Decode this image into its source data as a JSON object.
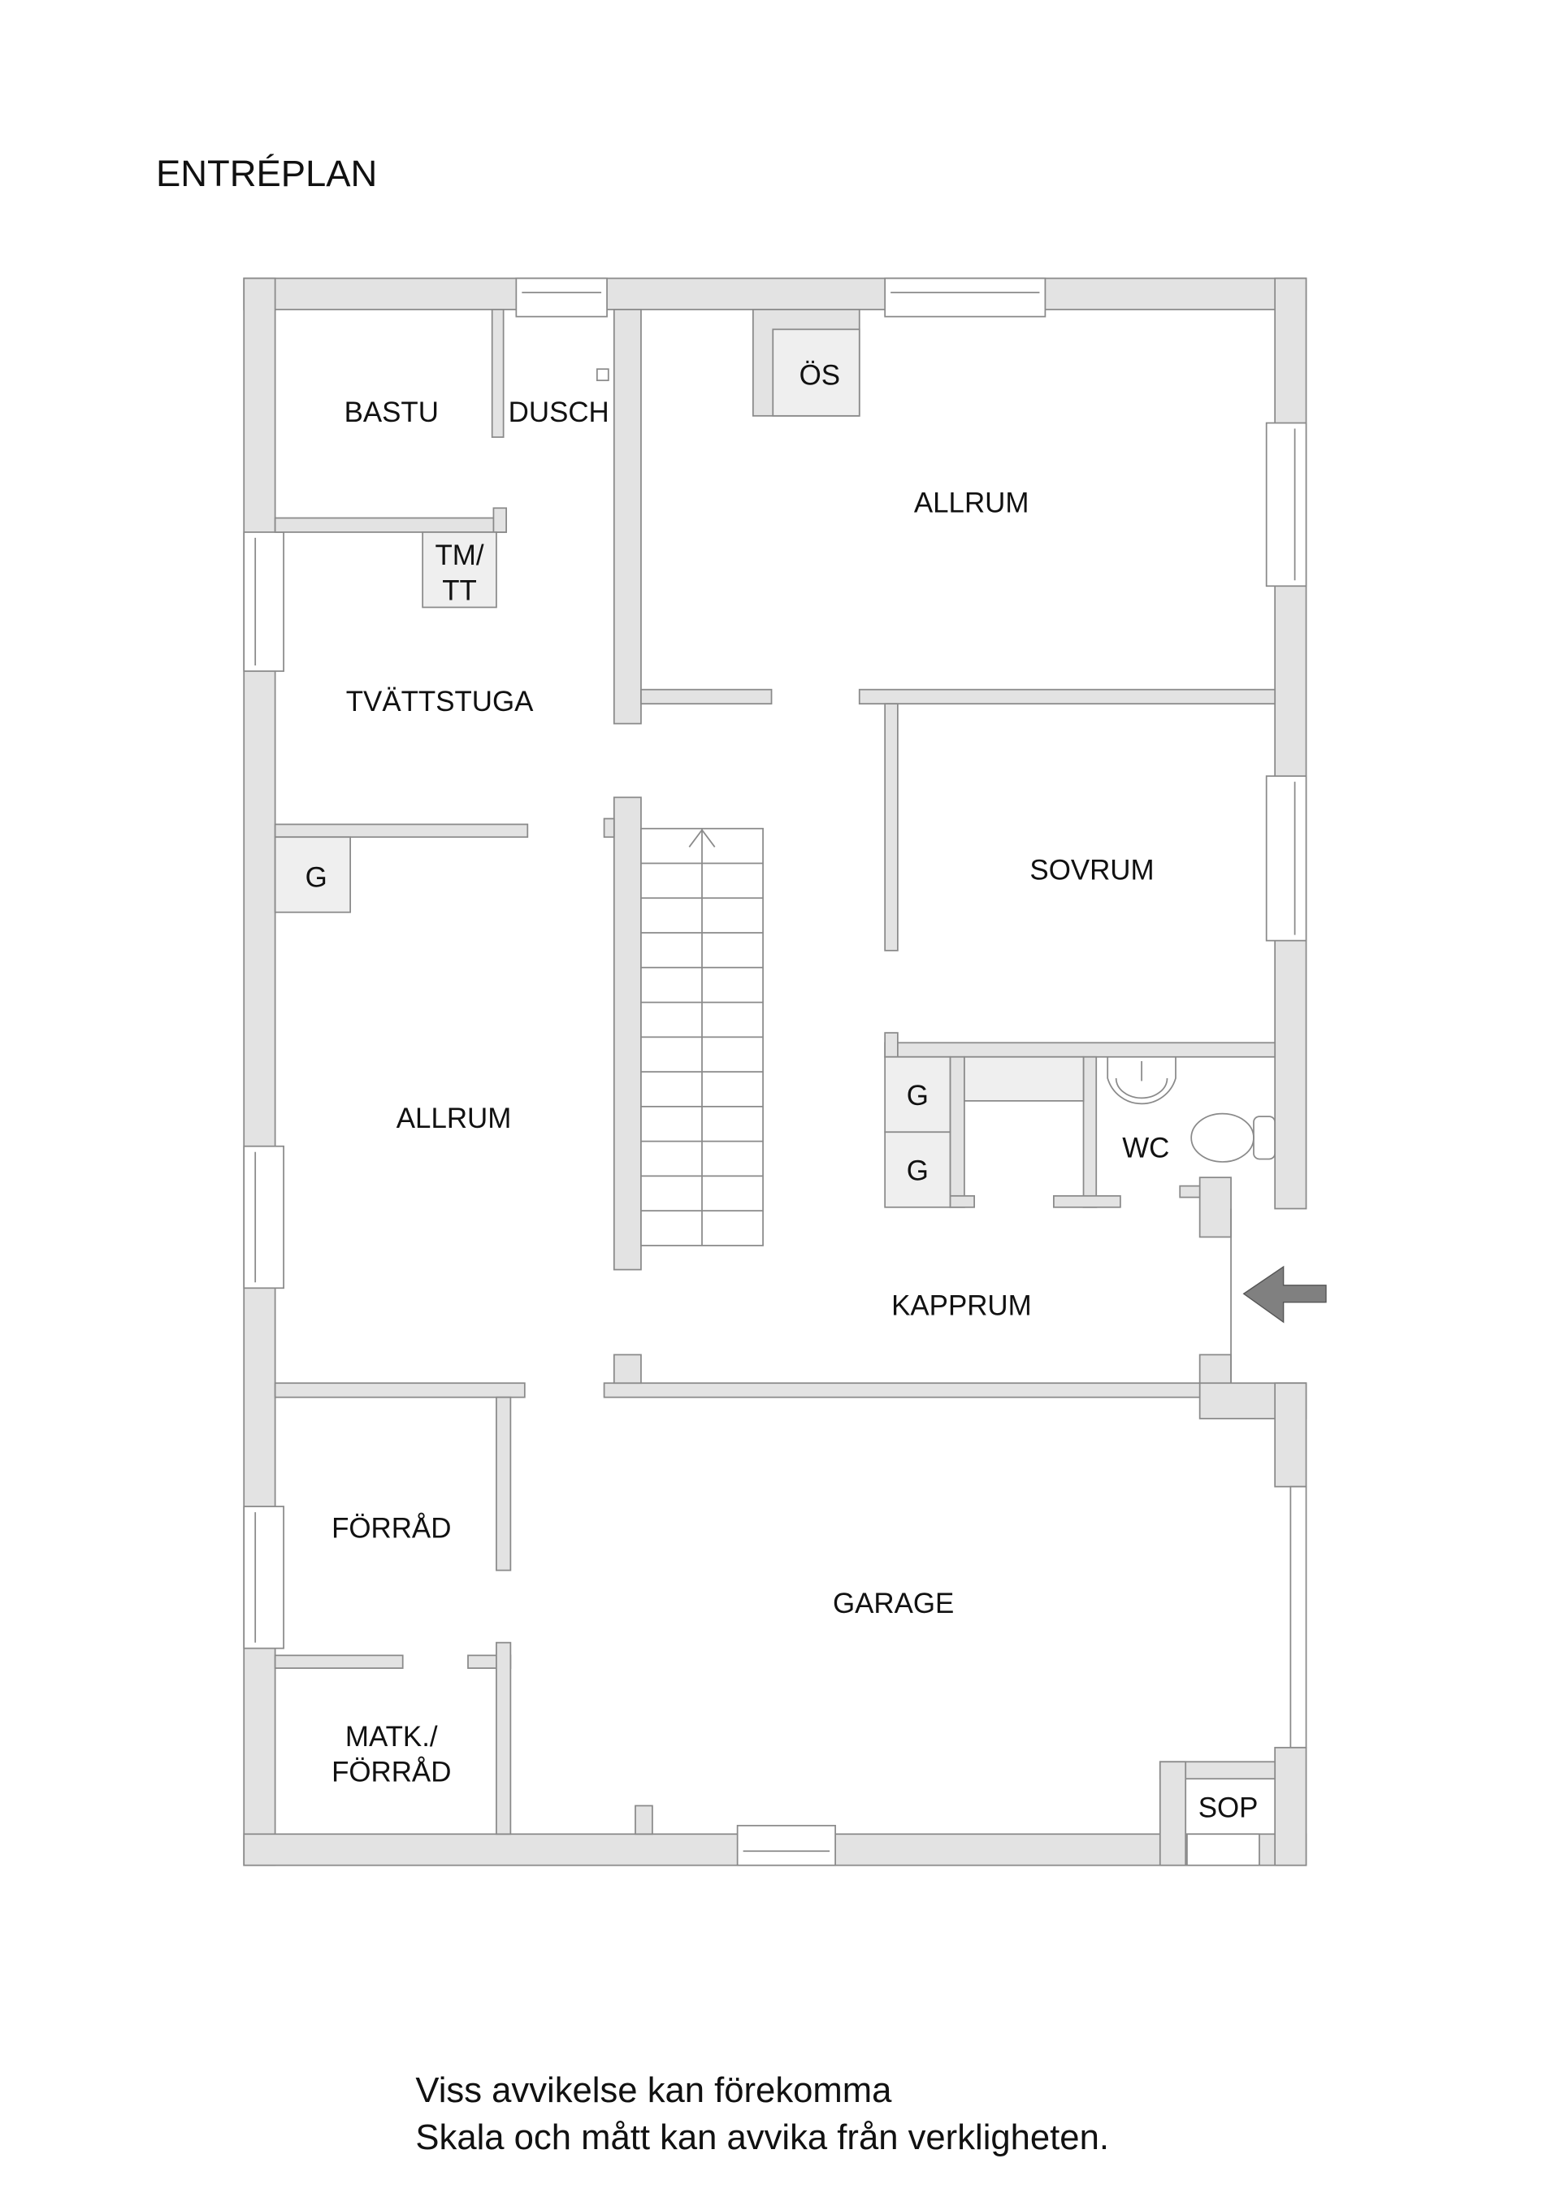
{
  "title": "ENTRÉPLAN",
  "rooms": {
    "bastu": "BASTU",
    "dusch": "DUSCH",
    "os": "ÖS",
    "allrum_upper": "ALLRUM",
    "tmtt_line1": "TM/",
    "tmtt_line2": "TT",
    "tvattstuga": "TVÄTTSTUGA",
    "g1": "G",
    "sovrum": "SOVRUM",
    "allrum_lower": "ALLRUM",
    "g2": "G",
    "g3": "G",
    "wc": "WC",
    "kapprum": "KAPPRUM",
    "forrad": "FÖRRÅD",
    "matk_line1": "MATK./",
    "matk_line2": "FÖRRÅD",
    "garage": "GARAGE",
    "sop": "SOP"
  },
  "footer": {
    "line1": "Viss avvikelse kan förekomma",
    "line2": "Skala och mått kan avvika från verkligheten."
  },
  "colors": {
    "wall": "#e3e3e3",
    "outline": "#8a8a8a",
    "arrow": "#808080"
  }
}
